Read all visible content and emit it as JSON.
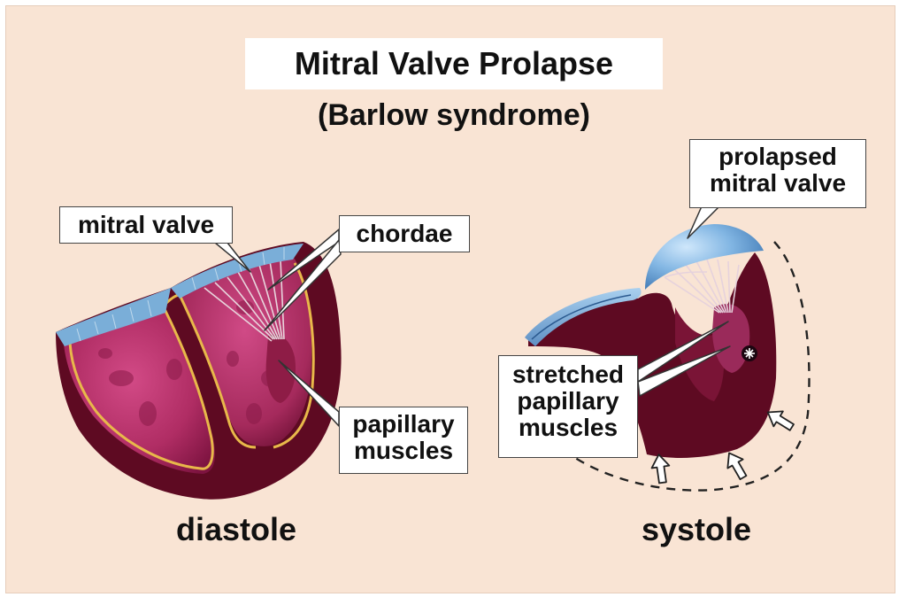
{
  "title": "Mitral Valve Prolapse",
  "subtitle": "(Barlow syndrome)",
  "diastole_panel": {
    "label_mitral_valve": "mitral valve",
    "label_chordae": "chordae",
    "label_papillary_line1": "papillary",
    "label_papillary_line2": "muscles",
    "caption": "diastole"
  },
  "systole_panel": {
    "label_prolapsed_line1": "prolapsed",
    "label_prolapsed_line2": "mitral valve",
    "label_stretched_line1": "stretched",
    "label_stretched_line2": "papillary",
    "label_stretched_line3": "muscles",
    "caption": "systole"
  },
  "colors": {
    "background": "#f9e4d4",
    "myocardium": "#5e0a22",
    "chamber_interior": "#b53068",
    "valve_leaflet": "#7aaed8",
    "coronary_vessel": "#e8b84a"
  }
}
